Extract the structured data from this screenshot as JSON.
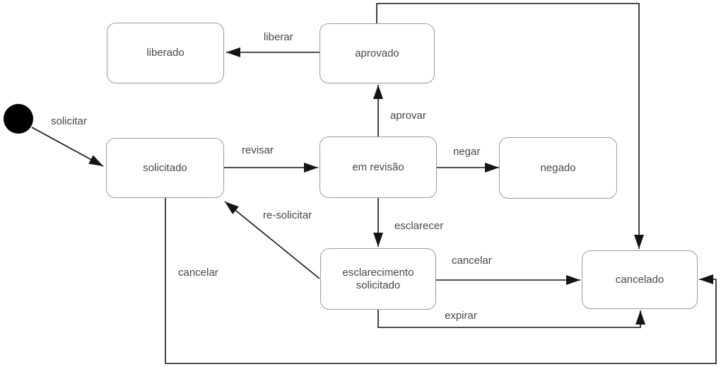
{
  "diagram": {
    "type": "uml-state-machine",
    "background": "#ffffff",
    "colors": {
      "state_border": "#9c9c9c",
      "state_fill": "#ffffff",
      "text": "#45484d",
      "edge_line": "#141414",
      "initial_marker": "#000000"
    },
    "initial_marker": "filled-circle",
    "states": [
      {
        "label": "liberado"
      },
      {
        "label": "aprovado"
      },
      {
        "label": "solicitado"
      },
      {
        "label": "em revisão"
      },
      {
        "label": "negado"
      },
      {
        "label": "esclarecimento solicitado"
      },
      {
        "label": "cancelado"
      }
    ],
    "transitions": [
      {
        "from": "initial",
        "to": "solicitado",
        "label": "solicitar"
      },
      {
        "from": "aprovado",
        "to": "liberado",
        "label": "liberar"
      },
      {
        "from": "solicitado",
        "to": "em revisão",
        "label": "revisar"
      },
      {
        "from": "em revisão",
        "to": "aprovado",
        "label": "aprovar"
      },
      {
        "from": "em revisão",
        "to": "negado",
        "label": "negar"
      },
      {
        "from": "em revisão",
        "to": "esclarecimento solicitado",
        "label": "esclarecer"
      },
      {
        "from": "esclarecimento solicitado",
        "to": "solicitado",
        "label": "re-solicitar"
      },
      {
        "from": "esclarecimento solicitado",
        "to": "cancelado",
        "label": "cancelar"
      },
      {
        "from": "esclarecimento solicitado",
        "to": "cancelado",
        "label": "expirar"
      },
      {
        "from": "solicitado",
        "to": "cancelado",
        "label": "cancelar"
      },
      {
        "from": "aprovado",
        "to": "cancelado",
        "label": ""
      }
    ]
  }
}
